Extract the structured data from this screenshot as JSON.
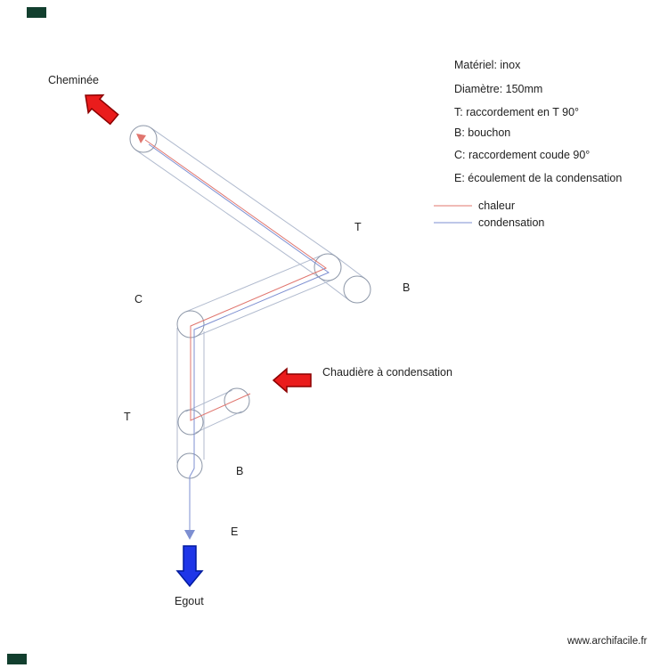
{
  "page": {
    "website": "www.archifacile.fr"
  },
  "colors": {
    "heat_line": "#e0756e",
    "condensation_line": "#7d8fd1",
    "pipe_outline": "#b0bace",
    "joint_outline": "#8d97a8",
    "arrow_red_fill": "#ea1c1c",
    "arrow_red_stroke": "#8b0000",
    "arrow_blue_fill": "#1e36e8",
    "arrow_blue_stroke": "#001a9e",
    "corner_marker": "#123f2e",
    "text": "#222222"
  },
  "labels": {
    "cheminee": "Cheminée",
    "chaudiere": "Chaudière à condensation",
    "egout": "Egout",
    "t_upper": "T",
    "b_upper": "B",
    "c_elbow": "C",
    "t_lower": "T",
    "b_lower": "B",
    "e_drain": "E"
  },
  "legend": {
    "lines": [
      "Matériel: inox",
      "Diamètre: 150mm",
      "T: raccordement en T 90°",
      "B: bouchon",
      "C: raccordement coude 90°",
      "E: écoulement de la condensation"
    ],
    "heat_label": "chaleur",
    "condensation_label": "condensation"
  }
}
